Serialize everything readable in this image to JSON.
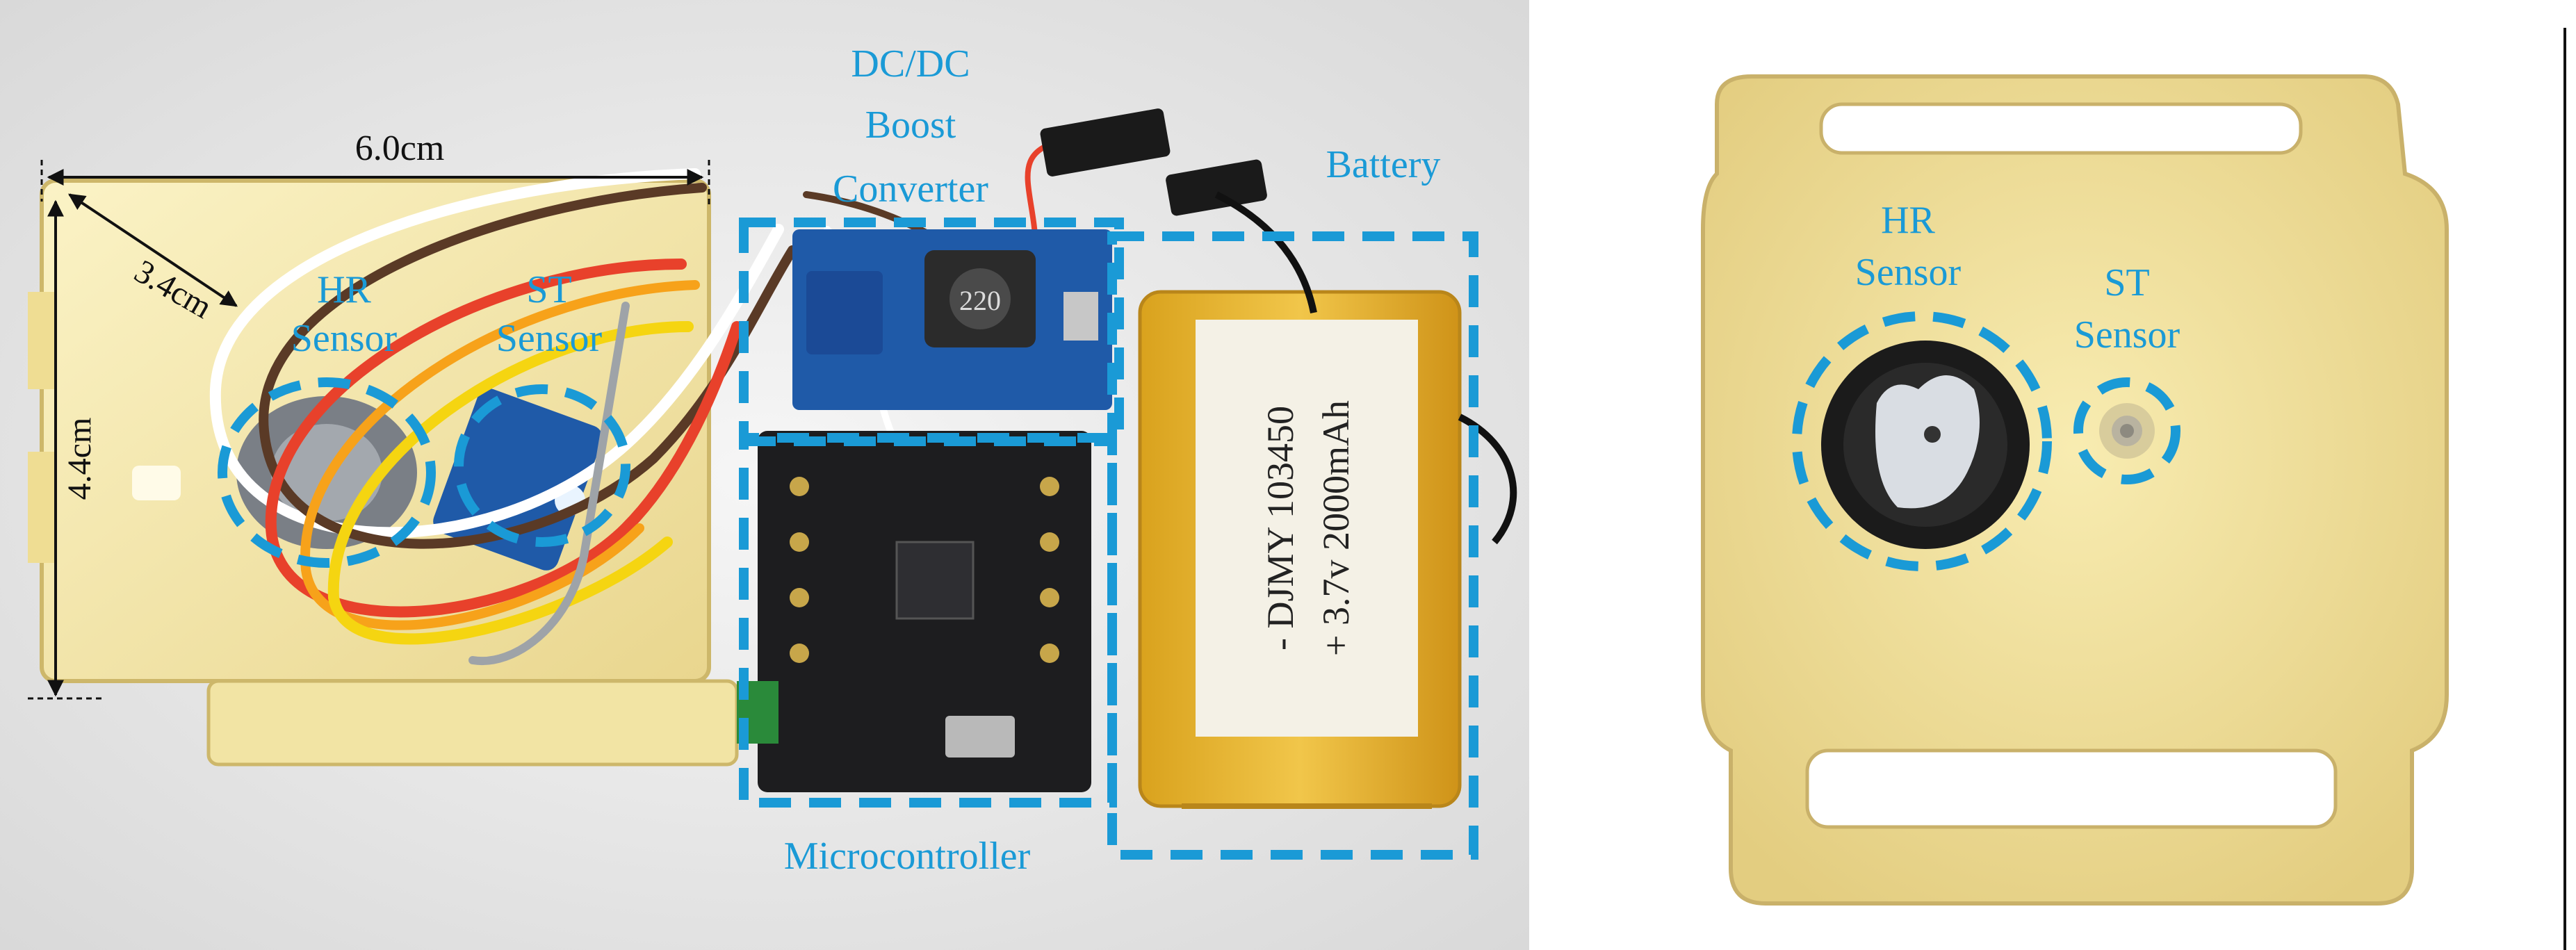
{
  "left_panel": {
    "dimensions": {
      "width": "6.0cm",
      "depth": "3.4cm",
      "height": "4.4cm"
    },
    "labels": {
      "hr_sensor_line1": "HR",
      "hr_sensor_line2": "Sensor",
      "st_sensor_line1": "ST",
      "st_sensor_line2": "Sensor",
      "dcdc_line1": "DC/DC",
      "dcdc_line2": "Boost",
      "dcdc_line3": "Converter",
      "battery": "Battery",
      "microcontroller": "Microcontroller"
    },
    "battery_print": {
      "line1": "- DJMY  103450",
      "line2": "+ 3.7v  2000mAh"
    },
    "inductor_print": "220"
  },
  "right_panel": {
    "labels": {
      "hr_sensor_line1": "HR",
      "hr_sensor_line2": "Sensor",
      "st_sensor_line1": "ST",
      "st_sensor_line2": "Sensor"
    }
  },
  "colors": {
    "annotation_blue": "#1a9ad6",
    "case_yellow": "#f3e6a8",
    "battery_gold": "#e8b52c",
    "pcb_black": "#1d1d1f",
    "pcb_blue": "#1f5aa8"
  }
}
